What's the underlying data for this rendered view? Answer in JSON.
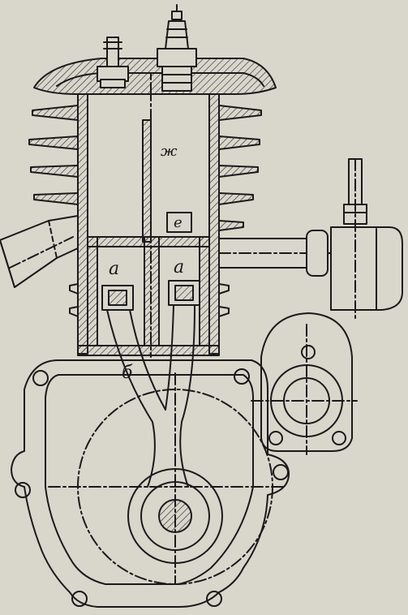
{
  "labels": {
    "a_left": "а",
    "a_right": "а",
    "b": "б",
    "e": "е",
    "zh": "ж"
  },
  "colors": {
    "paper": "#d9d6cc",
    "ink": "#1a1a1a",
    "hatch": "#3a3a3a"
  }
}
